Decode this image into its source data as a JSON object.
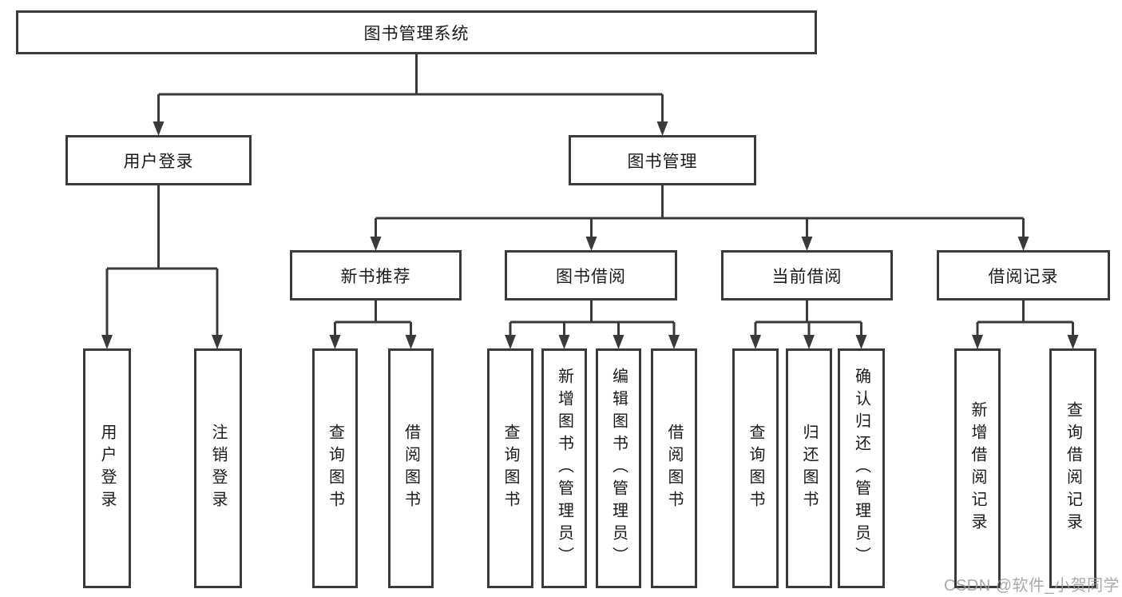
{
  "tree": {
    "root": {
      "label": "图书管理系统"
    },
    "branches": [
      {
        "label": "用户登录",
        "children": [
          {
            "label": "用户登录"
          },
          {
            "label": "注销登录"
          }
        ]
      },
      {
        "label": "图书管理",
        "children": [
          {
            "label": "新书推荐",
            "children": [
              {
                "label": "查询图书"
              },
              {
                "label": "借阅图书"
              }
            ]
          },
          {
            "label": "图书借阅",
            "children": [
              {
                "label": "查询图书"
              },
              {
                "label": "新增图书（管理员）"
              },
              {
                "label": "编辑图书（管理员）"
              },
              {
                "label": "借阅图书"
              }
            ]
          },
          {
            "label": "当前借阅",
            "children": [
              {
                "label": "查询图书"
              },
              {
                "label": "归还图书"
              },
              {
                "label": "确认归还（管理员）"
              }
            ]
          },
          {
            "label": "借阅记录",
            "children": [
              {
                "label": "新增借阅记录"
              },
              {
                "label": "查询借阅记录"
              }
            ]
          }
        ]
      }
    ]
  },
  "watermark": {
    "text": "CSDN @软件_小贺同学"
  },
  "colors": {
    "line": "#3a3a3a",
    "text": "#1a1a1a",
    "watermark": "#9b9b9b",
    "background": "#ffffff"
  }
}
